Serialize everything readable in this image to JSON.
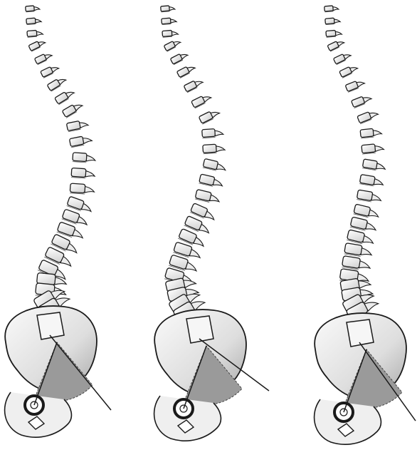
{
  "figure": {
    "panels": [
      {
        "id": "spine-left"
      },
      {
        "id": "spine-middle"
      },
      {
        "id": "spine-right"
      }
    ],
    "colors": {
      "bone_fill": "#f4f4f4",
      "bone_shade": "#c9c9c9",
      "outline": "#1a1a1a",
      "wedge_fill": "#9a9a9a",
      "background": "#ffffff"
    }
  }
}
